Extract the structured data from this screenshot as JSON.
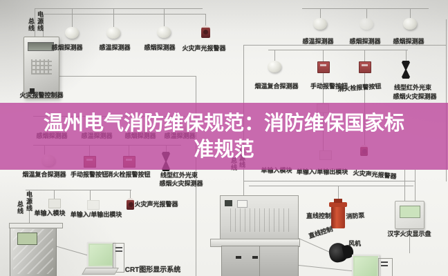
{
  "title": {
    "line1": "温州电气消防维保规范：消防维保国家标",
    "line2": "准规范"
  },
  "colors": {
    "overlay_band": "rgba(189,71,156,0.8)",
    "title_text": "#ffffff",
    "alarm_red": "#8c3838",
    "pump_red": "#c14530",
    "wire_gray": "#a3a39f"
  },
  "d": {
    "power_line": "电源线",
    "bus_line": "总线",
    "controller": "火灾报警控制器",
    "l1": [
      "感烟探测器",
      "感温探测器",
      "感烟探测器",
      "火灾声光报警器"
    ],
    "l2": [
      "感烟探测器",
      "感温探测器",
      "感烟探测器",
      "感温探测器"
    ],
    "l3": [
      "烟温复合探测器",
      "手动报警按钮",
      "消火栓报警按钮"
    ],
    "beam1": "线型红外光束",
    "beam2": "感烟火灾探测器",
    "l4": [
      "单输入模块",
      "单输入/单输出模块",
      "火灾声光报警器"
    ],
    "crt": "CRT图形显示系统",
    "r1": [
      "感温探测器",
      "感烟探测器",
      "感烟探测器"
    ],
    "r2": [
      "烟温复合探测器",
      "手动报警按钮",
      "消火栓报警按钮"
    ],
    "r3": [
      "单输入模块",
      "单输入/单输出模块",
      "火灾声光报警器"
    ],
    "line_ctrl1": "直线控制",
    "pump": "消防泵",
    "line_ctrl2": "直线控制",
    "fan": "风机",
    "display": "汉字火灾显示盘"
  }
}
